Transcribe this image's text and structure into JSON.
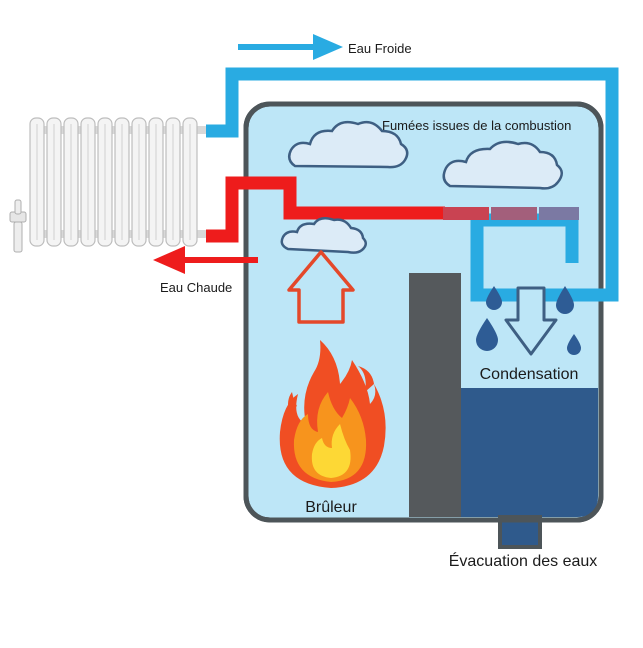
{
  "labels": {
    "cold_water": "Eau Froide",
    "hot_water": "Eau Chaude",
    "combustion_fumes": "Fumées issues de la combustion",
    "condensation": "Condensation",
    "burner": "Brûleur",
    "drain": "Évacuation des eaux"
  },
  "colors": {
    "cold_pipe": "#29ABE2",
    "hot_pipe": "#EE1C1C",
    "tank_fill": "#BDE6F7",
    "tank_border": "#4D5559",
    "condensate_water": "#2F5A8C",
    "divider_wall": "#55595C",
    "flame_outer": "#F04E23",
    "flame_mid": "#F7941D",
    "flame_inner": "#FDD835",
    "cloud_fill": "#DCEBF7",
    "cloud_stroke": "#3E5F83",
    "droplet": "#2E5C95",
    "heat_arrow": "#E4482A"
  },
  "icons": [
    "radiator-icon",
    "cloud-icon",
    "flame-icon",
    "up-arrow-icon",
    "down-arrow-icon",
    "water-drop-icon"
  ]
}
